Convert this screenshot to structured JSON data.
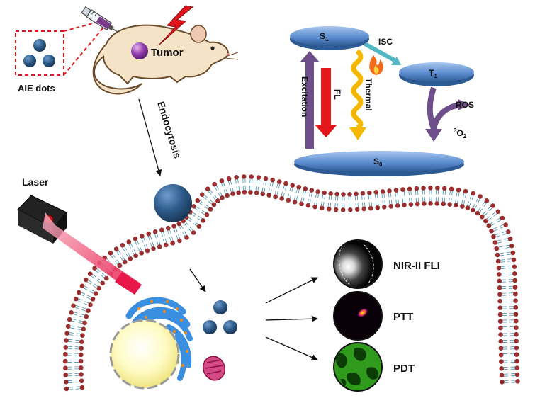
{
  "labels": {
    "aie_dots": "AIE dots",
    "tumor": "Tumor",
    "endocytosis": "Endocytosis",
    "laser": "Laser",
    "s1_main": "S",
    "s1_sub": "1",
    "t1_main": "T",
    "t1_sub": "1",
    "s0_main": "S",
    "s0_sub": "0",
    "isc": "ISC",
    "excitation": "Excitation",
    "fl": "FL",
    "thermal": "Thermal",
    "ros": "ROS",
    "o2_sup": "3",
    "o2_main": "O",
    "o2_sub": "2",
    "nir_fli": "NIR-II FLI",
    "ptt": "PTT",
    "pdt": "PDT"
  },
  "colors": {
    "nanoparticle": "#2f5d8c",
    "energy_level": "#6d9bd6",
    "excitation_arrow": "#6f4f8b",
    "fl_arrow": "#e3161b",
    "thermal_arrow": "#f5b800",
    "isc_arrow": "#52b7c4",
    "ros_arrow": "#6f4f8b",
    "membrane_head": "#9b2f2f",
    "membrane_tail": "#3f8fb0",
    "laser_beam": "#e8194a",
    "tumor_marker": "#8e3aa8",
    "er": "#3a8fe0",
    "nucleus": "#fff7a8",
    "mitochondrion": "#c2185b",
    "pdt_green": "#1f7a12"
  },
  "icons": [
    "syringe-icon",
    "mouse-icon",
    "lightning-icon",
    "flame-icon",
    "laser-device-icon"
  ]
}
